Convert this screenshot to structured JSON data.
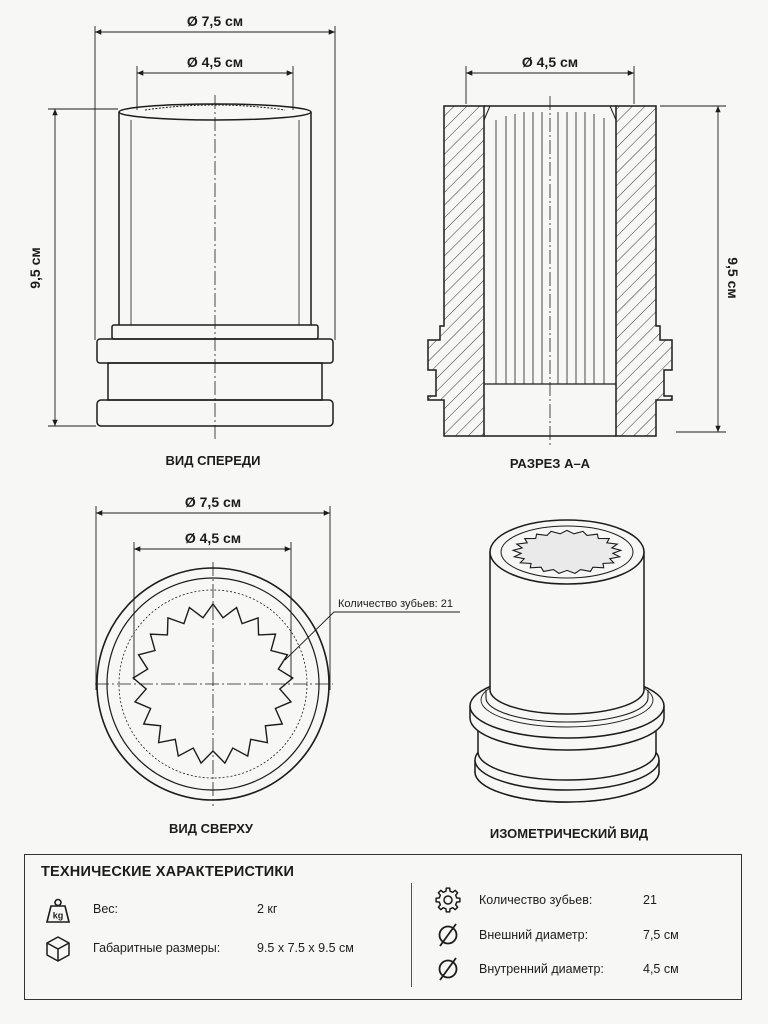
{
  "dims": {
    "front_outer": "Ø 7,5 см",
    "front_inner": "Ø 4,5 см",
    "front_height": "9,5 см",
    "section_inner": "Ø 4,5 см",
    "section_height": "9,5 см",
    "top_outer": "Ø 7,5 см",
    "top_inner": "Ø 4,5 см",
    "teeth_note": "Количество зубьев: 21"
  },
  "captions": {
    "front": "ВИД СПЕРЕДИ",
    "section": "РАЗРЕЗ А–А",
    "top": "ВИД СВЕРХУ",
    "iso": "ИЗОМЕТРИЧЕСКИЙ ВИД"
  },
  "specs": {
    "title": "ТЕХНИЧЕСКИЕ ХАРАКТЕРИСТИКИ",
    "weight_label": "Вес:",
    "weight_value": "2 кг",
    "weight_icon_text": "kg",
    "size_label": "Габаритные размеры:",
    "size_value": "9.5 x 7.5 x 9.5 см",
    "teeth_label": "Количество зубьев:",
    "teeth_value": "21",
    "outer_label": "Внешний диаметр:",
    "outer_value": "7,5 см",
    "inner_label": "Внутренний диаметр:",
    "inner_value": "4,5 см"
  },
  "icons": {
    "weight": "weight-icon",
    "box": "box-icon",
    "gear": "gear-icon",
    "diameter": "diameter-icon"
  },
  "colors": {
    "ink": "#1c1c1c",
    "background": "#f7f7f5"
  }
}
